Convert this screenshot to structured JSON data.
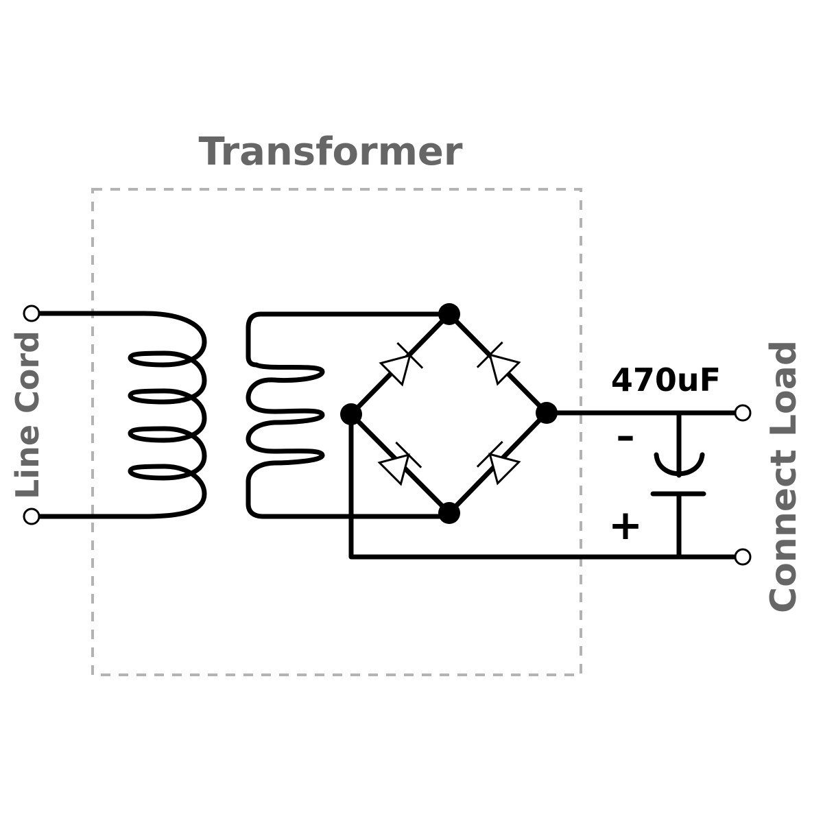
{
  "labels": {
    "transformer": "Transformer",
    "line_cord": "Line Cord",
    "connect_load": "Connect Load",
    "capacitance": "470uF",
    "minus": "–",
    "plus": "+"
  },
  "colors": {
    "wire": "#000000",
    "label_grey": "#666666",
    "box_dash": "#b3b3b3",
    "background": "#ffffff"
  }
}
